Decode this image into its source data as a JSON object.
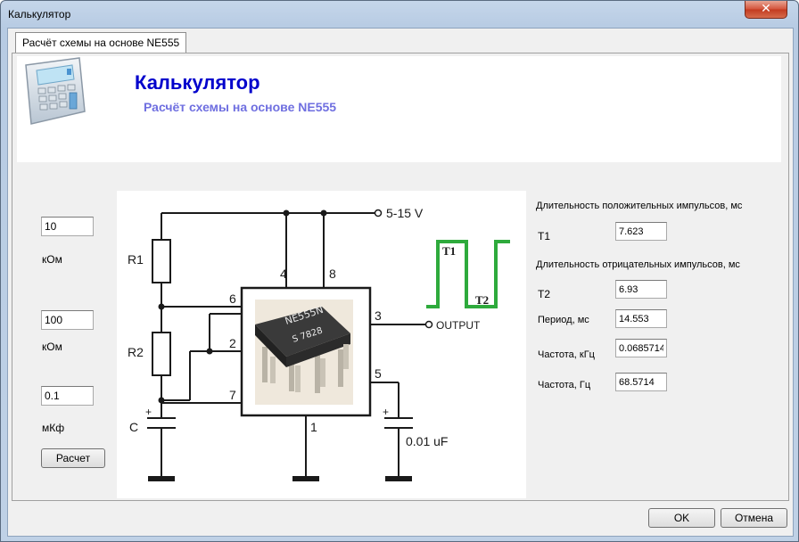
{
  "window": {
    "title": "Калькулятор",
    "close_glyph": "✕"
  },
  "tab": {
    "label": "Расчёт схемы на основе NE555"
  },
  "header": {
    "title": "Калькулятор",
    "subtitle": "Расчёт схемы на основе NE555",
    "icon": "calculator-icon"
  },
  "inputs": {
    "r1": {
      "value": "10",
      "unit": "кОм"
    },
    "r2": {
      "value": "100",
      "unit": "кОм"
    },
    "c": {
      "value": "0.1",
      "unit": "мКф"
    },
    "calc_button": "Расчет"
  },
  "schematic": {
    "supply": "5-15 V",
    "r1": "R1",
    "r2": "R2",
    "c": "C",
    "plus": "+",
    "pins": [
      "4",
      "8",
      "6",
      "2",
      "7",
      "3",
      "5",
      "1"
    ],
    "output": "OUTPUT",
    "cap2": "0.01 uF",
    "t1": "T1",
    "t2": "T2",
    "chip_label": "NE555N",
    "chip_code": "S 7828",
    "wave_color": "#2eaa3c"
  },
  "results": {
    "pos_title": "Длительность положительных импульсов, мс",
    "t1_label": "T1",
    "t1_value": "7.623",
    "neg_title": "Длительность отрицательных импульсов, мс",
    "t2_label": "T2",
    "t2_value": "6.93",
    "period_label": "Период, мс",
    "period_value": "14.553",
    "freq_khz_label": "Частота, кГц",
    "freq_khz_value": "0.0685714",
    "freq_hz_label": "Частота, Гц",
    "freq_hz_value": "68.5714"
  },
  "footer": {
    "ok": "OK",
    "cancel": "Отмена"
  }
}
